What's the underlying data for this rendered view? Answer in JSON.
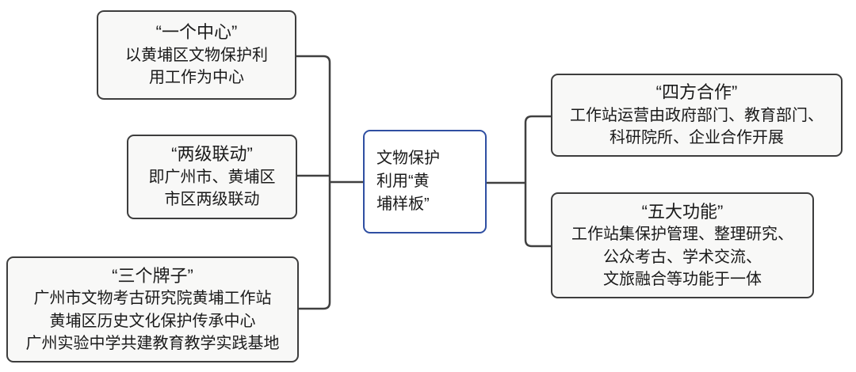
{
  "diagram": {
    "center_node": {
      "full_text": "文物保护利用“黄埔样板”",
      "lines": [
        "文物保护",
        "利用“黄",
        "埔样板”"
      ]
    },
    "left_boxes": [
      {
        "title": "“一个中心”",
        "lines": [
          "以黄埔区文物保护利",
          "用工作为中心"
        ]
      },
      {
        "title": "“两级联动”",
        "lines": [
          "即广州市、黄埔区",
          "市区两级联动"
        ]
      },
      {
        "title": "“三个牌子”",
        "lines": [
          "广州市文物考古研究院黄埔工作站",
          "黄埔区历史文化保护传承中心",
          "广州实验中学共建教育教学实践基地"
        ]
      }
    ],
    "right_boxes": [
      {
        "title": "“四方合作”",
        "lines": [
          "工作站运营由政府部门、教育部门、",
          "科研院所、企业合作开展"
        ]
      },
      {
        "title": "“五大功能”",
        "lines": [
          "工作站集保护管理、整理研究、",
          "公众考古、学术交流、",
          "文旅融合等功能于一体"
        ]
      }
    ],
    "colors": {
      "box_border": "#3d3d3d",
      "box_fill": "#f8f8f7",
      "center_box_border": "#2f4fa2",
      "center_box_fill": "#ffffff",
      "connector": "#404040",
      "text": "#1a1a1a",
      "background": "#ffffff"
    }
  }
}
